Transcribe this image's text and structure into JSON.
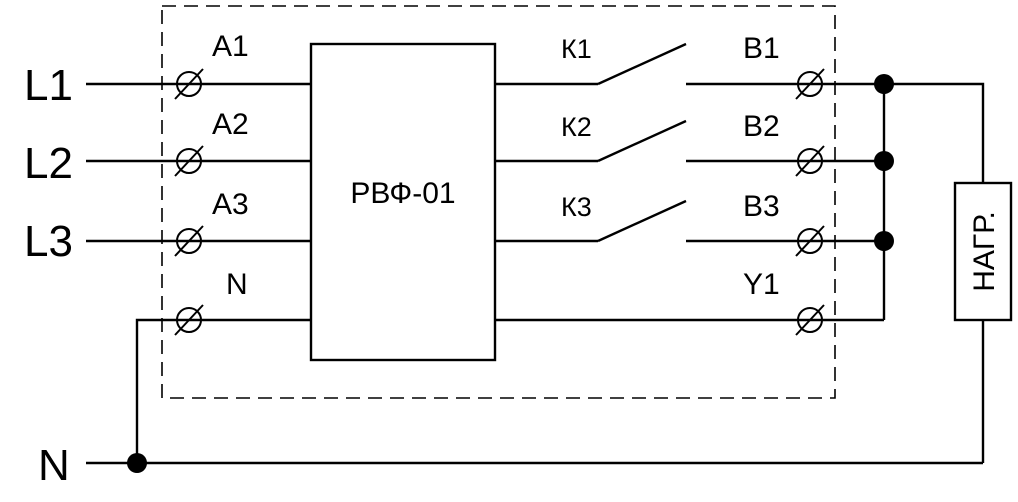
{
  "inputs": {
    "l1": "L1",
    "l2": "L2",
    "l3": "L3",
    "n": "N"
  },
  "input_terminals": {
    "a1": "A1",
    "a2": "A2",
    "a3": "A3",
    "n": "N"
  },
  "device": {
    "label": "РВФ-01"
  },
  "contacts": {
    "k1": "К1",
    "k2": "К2",
    "k3": "К3"
  },
  "output_terminals": {
    "b1": "B1",
    "b2": "B2",
    "b3": "B3",
    "y1": "Y1"
  },
  "load": {
    "label": "НАГР."
  },
  "colors": {
    "stroke": "#000000",
    "background": "#ffffff"
  }
}
